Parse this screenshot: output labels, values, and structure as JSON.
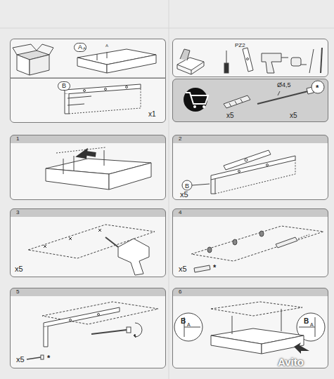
{
  "diagram": {
    "nodes": [
      {
        "text": [
          "A"
        ]
      },
      {
        "text": [
          "B",
          "x1"
        ]
      },
      {
        "text": [
          "PZ2"
        ]
      },
      {
        "text": [
          "*",
          "Ø4,5",
          "x5",
          "x5"
        ]
      },
      {
        "text": [
          "1"
        ]
      },
      {
        "text": [
          "2",
          "B",
          "x5"
        ]
      },
      {
        "text": [
          "3",
          "x5"
        ]
      },
      {
        "text": [
          "4",
          "x5",
          "*"
        ]
      },
      {
        "text": [
          "5",
          "x5",
          "*"
        ]
      },
      {
        "text": [
          "6",
          "B",
          "A",
          "B",
          "A"
        ]
      }
    ],
    "labels": [
      "A",
      "A",
      "Avito"
    ]
  }
}
